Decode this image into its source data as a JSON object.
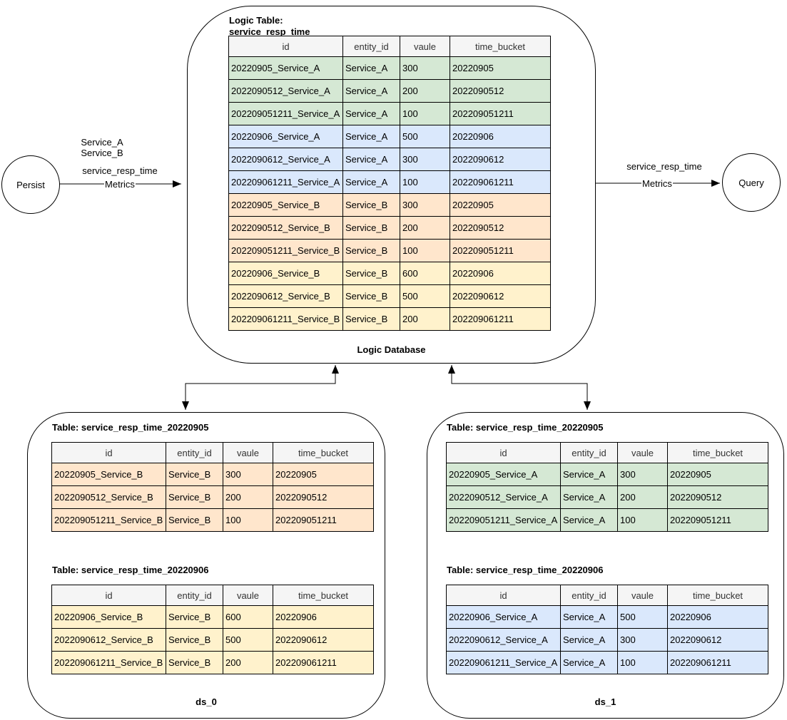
{
  "colors": {
    "green": "#d5e8d4",
    "blue": "#dae8fc",
    "orange": "#ffe6cc",
    "yellow": "#fff2cc",
    "header_bg": "#f5f5f5",
    "line": "#000000"
  },
  "persist_node": {
    "label": "Persist"
  },
  "query_node": {
    "label": "Query"
  },
  "left_edge": {
    "label_line1": "Service_A",
    "label_line2": "Service_B",
    "label_line3": "service_resp_time",
    "line_label": "Metrics"
  },
  "right_edge": {
    "label_line1": "service_resp_time",
    "line_label": "Metrics"
  },
  "logic_database": {
    "title_line1": "Logic Table:",
    "title_line2": "service_resp_time",
    "footer": "Logic Database",
    "table": {
      "columns": [
        "id",
        "entity_id",
        "vaule",
        "time_bucket"
      ],
      "rows": [
        {
          "cells": [
            "20220905_Service_A",
            "Service_A",
            "300",
            "20220905"
          ],
          "color": "green"
        },
        {
          "cells": [
            "2022090512_Service_A",
            "Service_A",
            "200",
            "2022090512"
          ],
          "color": "green"
        },
        {
          "cells": [
            "202209051211_Service_A",
            "Service_A",
            "100",
            "202209051211"
          ],
          "color": "green"
        },
        {
          "cells": [
            "20220906_Service_A",
            "Service_A",
            "500",
            "20220906"
          ],
          "color": "blue"
        },
        {
          "cells": [
            "2022090612_Service_A",
            "Service_A",
            "300",
            "2022090612"
          ],
          "color": "blue"
        },
        {
          "cells": [
            "202209061211_Service_A",
            "Service_A",
            "100",
            "202209061211"
          ],
          "color": "blue"
        },
        {
          "cells": [
            "20220905_Service_B",
            "Service_B",
            "300",
            "20220905"
          ],
          "color": "orange"
        },
        {
          "cells": [
            "2022090512_Service_B",
            "Service_B",
            "200",
            "2022090512"
          ],
          "color": "orange"
        },
        {
          "cells": [
            "202209051211_Service_B",
            "Service_B",
            "100",
            "202209051211"
          ],
          "color": "orange"
        },
        {
          "cells": [
            "20220906_Service_B",
            "Service_B",
            "600",
            "20220906"
          ],
          "color": "yellow"
        },
        {
          "cells": [
            "2022090612_Service_B",
            "Service_B",
            "500",
            "2022090612"
          ],
          "color": "yellow"
        },
        {
          "cells": [
            "202209061211_Service_B",
            "Service_B",
            "200",
            "202209061211"
          ],
          "color": "yellow"
        }
      ]
    }
  },
  "ds_0": {
    "footer": "ds_0",
    "table_1": {
      "title": "Table: service_resp_time_20220905",
      "columns": [
        "id",
        "entity_id",
        "vaule",
        "time_bucket"
      ],
      "rows": [
        {
          "cells": [
            "20220905_Service_B",
            "Service_B",
            "300",
            "20220905"
          ],
          "color": "orange"
        },
        {
          "cells": [
            "2022090512_Service_B",
            "Service_B",
            "200",
            "2022090512"
          ],
          "color": "orange"
        },
        {
          "cells": [
            "202209051211_Service_B",
            "Service_B",
            "100",
            "202209051211"
          ],
          "color": "orange"
        }
      ]
    },
    "table_2": {
      "title": "Table: service_resp_time_20220906",
      "columns": [
        "id",
        "entity_id",
        "vaule",
        "time_bucket"
      ],
      "rows": [
        {
          "cells": [
            "20220906_Service_B",
            "Service_B",
            "600",
            "20220906"
          ],
          "color": "yellow"
        },
        {
          "cells": [
            "2022090612_Service_B",
            "Service_B",
            "500",
            "2022090612"
          ],
          "color": "yellow"
        },
        {
          "cells": [
            "202209061211_Service_B",
            "Service_B",
            "200",
            "202209061211"
          ],
          "color": "yellow"
        }
      ]
    }
  },
  "ds_1": {
    "footer": "ds_1",
    "table_1": {
      "title": "Table: service_resp_time_20220905",
      "columns": [
        "id",
        "entity_id",
        "vaule",
        "time_bucket"
      ],
      "rows": [
        {
          "cells": [
            "20220905_Service_A",
            "Service_A",
            "300",
            "20220905"
          ],
          "color": "green"
        },
        {
          "cells": [
            "2022090512_Service_A",
            "Service_A",
            "200",
            "2022090512"
          ],
          "color": "green"
        },
        {
          "cells": [
            "202209051211_Service_A",
            "Service_A",
            "100",
            "202209051211"
          ],
          "color": "green"
        }
      ]
    },
    "table_2": {
      "title": "Table: service_resp_time_20220906",
      "columns": [
        "id",
        "entity_id",
        "vaule",
        "time_bucket"
      ],
      "rows": [
        {
          "cells": [
            "20220906_Service_A",
            "Service_A",
            "500",
            "20220906"
          ],
          "color": "blue"
        },
        {
          "cells": [
            "2022090612_Service_A",
            "Service_A",
            "300",
            "2022090612"
          ],
          "color": "blue"
        },
        {
          "cells": [
            "202209061211_Service_A",
            "Service_A",
            "100",
            "202209061211"
          ],
          "color": "blue"
        }
      ]
    }
  }
}
